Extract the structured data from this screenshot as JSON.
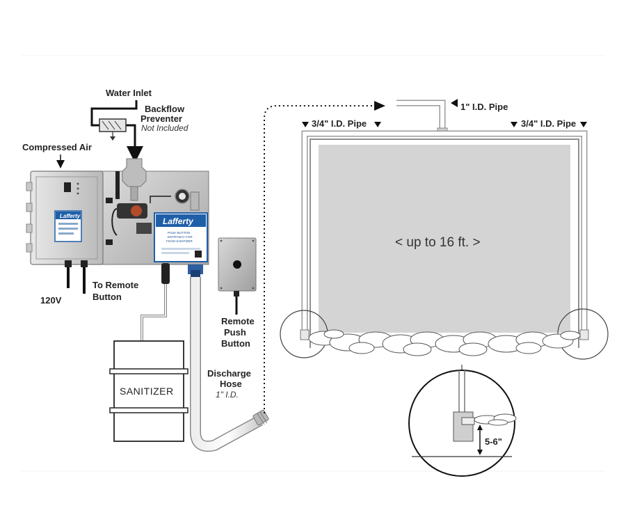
{
  "labels": {
    "water_inlet": "Water Inlet",
    "backflow_line1": "Backflow",
    "backflow_line2": "Preventer",
    "not_included": "Not Included",
    "compressed_air": "Compressed Air",
    "power": "120V",
    "remote_line1": "To Remote",
    "remote_line2": "Button",
    "remote_push_line1": "Remote",
    "remote_push_line2": "Push",
    "remote_push_line3": "Button",
    "sanitizer": "SANITIZER",
    "discharge_line1": "Discharge",
    "discharge_line2": "Hose",
    "hose_size": "1\" I.D.",
    "pipe_1in": "1\" I.D. Pipe",
    "pipe_34_left": "3/4\" I.D. Pipe",
    "pipe_34_right": "3/4\" I.D. Pipe",
    "door_width": "< up to 16 ft. >",
    "height_dim": "5-6\""
  },
  "brand": {
    "name": "Lafferty",
    "color": "#1f5fa8",
    "panel_text_1": "PUSH BUTTON",
    "panel_text_2": "ENTRYWAY FOR",
    "panel_text_3": "FOAM SANITIZER"
  },
  "colors": {
    "door_fill": "#d4d4d4",
    "frame": "#a9a9a9",
    "foam": "#ffffff",
    "panel_plate": "#c9c9c9"
  }
}
